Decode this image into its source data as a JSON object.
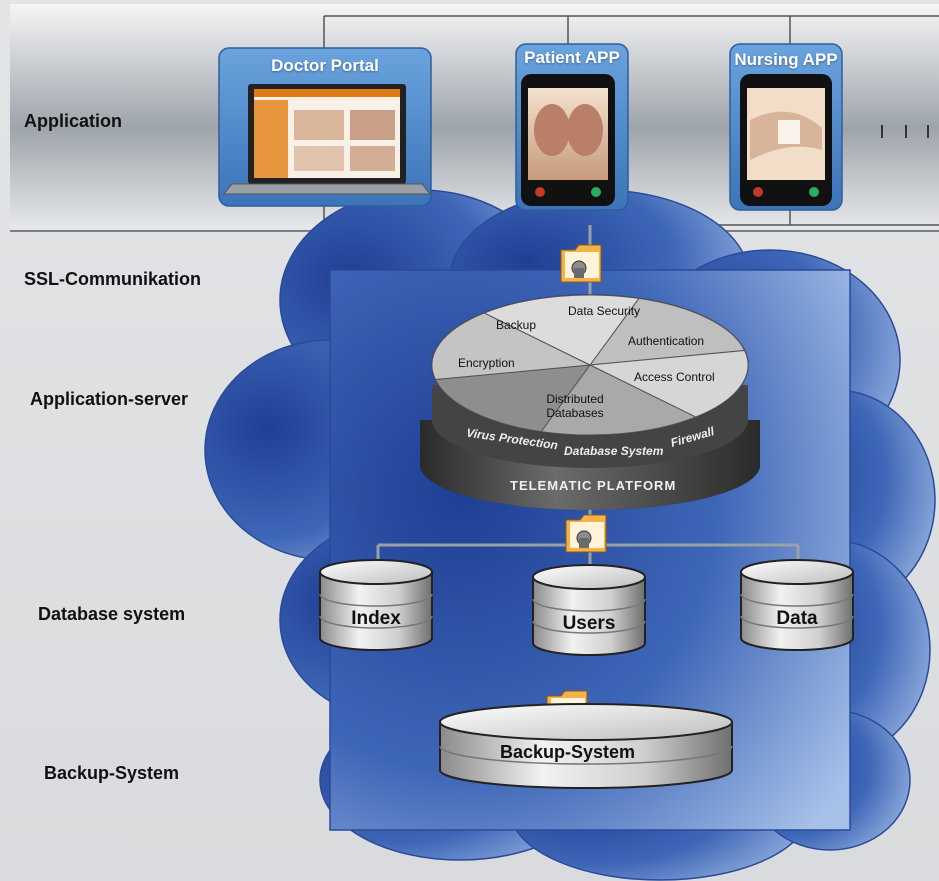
{
  "layers": [
    {
      "id": "application",
      "label": "Application"
    },
    {
      "id": "ssl",
      "label": "SSL-Communikation"
    },
    {
      "id": "app-server",
      "label": "Application-server"
    },
    {
      "id": "database",
      "label": "Database system"
    },
    {
      "id": "backup",
      "label": "Backup-System"
    }
  ],
  "apps": [
    {
      "id": "doctor",
      "label": "Doctor Portal"
    },
    {
      "id": "patient",
      "label": "Patient APP"
    },
    {
      "id": "nursing",
      "label": "Nursing APP"
    }
  ],
  "platform": {
    "name": "TELEMATIC PLATFORM",
    "slices": [
      "Data Security",
      "Authentication",
      "Access Control",
      "Distributed Databases",
      "Encryption",
      "Backup"
    ],
    "ring": [
      "Virus Protection",
      "Database System",
      "Firewall"
    ]
  },
  "databases": [
    "Index",
    "Users",
    "Data"
  ],
  "backup_system": "Backup-System",
  "colors": {
    "cloud_dark": "#2b4fa3",
    "cloud_light": "#8fb0e0",
    "app_blue": "#4a86c8",
    "header_gray": "#b9bec4",
    "disk_gray": "#c9c9c9"
  }
}
